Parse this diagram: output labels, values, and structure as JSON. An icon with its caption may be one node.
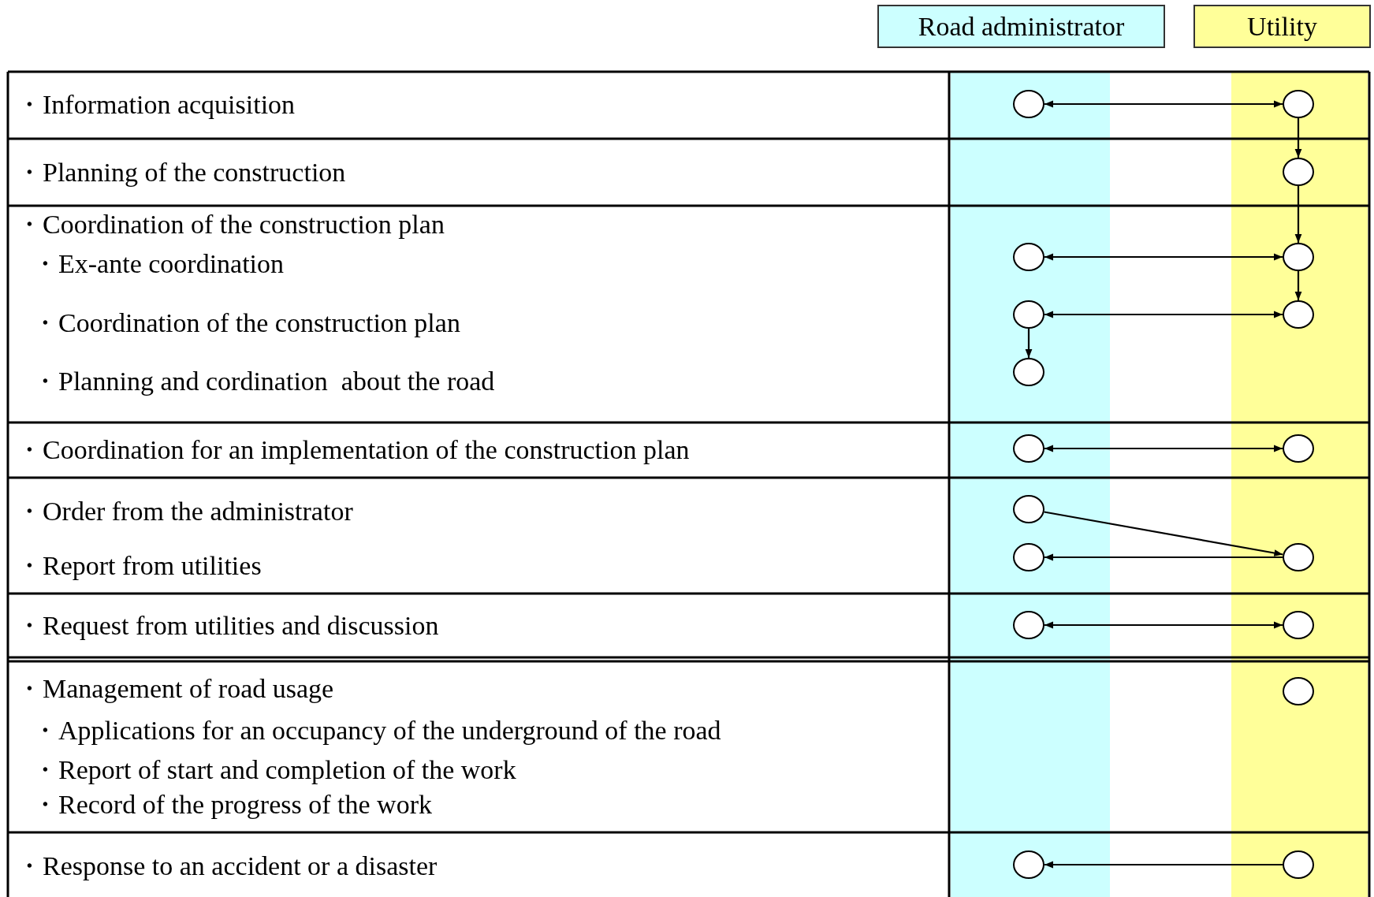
{
  "diagram": {
    "nodes": [
      {
        "text": [
          "Road administrator"
        ]
      },
      {
        "text": [
          "Utility"
        ]
      },
      {
        "text": [],
        "shape": "circle"
      },
      {
        "text": [],
        "shape": "circle"
      },
      {
        "text": [],
        "shape": "circle"
      },
      {
        "text": [],
        "shape": "circle"
      },
      {
        "text": [],
        "shape": "circle"
      },
      {
        "text": [],
        "shape": "circle"
      },
      {
        "text": [],
        "shape": "circle"
      },
      {
        "text": [],
        "shape": "circle"
      },
      {
        "text": [],
        "shape": "circle"
      },
      {
        "text": [],
        "shape": "circle"
      },
      {
        "text": [],
        "shape": "circle"
      },
      {
        "text": [],
        "shape": "circle"
      },
      {
        "text": [],
        "shape": "circle"
      },
      {
        "text": [],
        "shape": "circle"
      },
      {
        "text": [],
        "shape": "circle"
      },
      {
        "text": [],
        "shape": "circle"
      },
      {
        "text": [],
        "shape": "circle"
      },
      {
        "text": [],
        "shape": "circle"
      }
    ],
    "edges": [
      {
        "from": 2,
        "to": 3,
        "arrow": "both"
      },
      {
        "from": 3,
        "to": 4,
        "arrow": "to"
      },
      {
        "from": 4,
        "to": 6,
        "arrow": "to"
      },
      {
        "from": 5,
        "to": 6,
        "arrow": "both"
      },
      {
        "from": 6,
        "to": 8,
        "arrow": "to"
      },
      {
        "from": 7,
        "to": 8,
        "arrow": "both"
      },
      {
        "from": 7,
        "to": 9,
        "arrow": "to"
      },
      {
        "from": 10,
        "to": 11,
        "arrow": "both"
      },
      {
        "from": 12,
        "to": 14,
        "arrow": "to"
      },
      {
        "from": 14,
        "to": 13,
        "arrow": "to"
      },
      {
        "from": 15,
        "to": 16,
        "arrow": "both"
      },
      {
        "from": 19,
        "to": 18,
        "arrow": "to"
      }
    ],
    "labels": [
      "・Information acquisition",
      "・Planning of the construction",
      "・Coordination of the construction plan",
      "・Ex-ante coordination",
      "・Coordination of the construction plan",
      "・Planning and cordination  about the road",
      "・Coordination for an implementation of the construction plan",
      "・Order from the administrator",
      "・Report from utilities",
      "・Request from utilities and discussion",
      "・Management of road usage",
      "・Applications for an occupancy of the underground of the road",
      "・Report of start and completion of the work",
      "・Record of the progress of the work",
      "・Response to an accident or a disaster"
    ]
  }
}
